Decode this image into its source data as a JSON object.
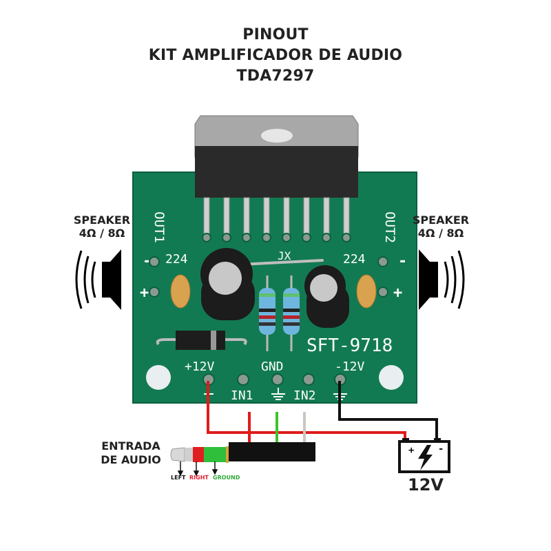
{
  "title": {
    "line1": "PINOUT",
    "line2": "KIT AMPLIFICADOR DE AUDIO",
    "line3": "TDA7297"
  },
  "speakers": {
    "left": {
      "label": "SPEAKER",
      "impedance": "4Ω / 8Ω"
    },
    "right": {
      "label": "SPEAKER",
      "impedance": "4Ω / 8Ω"
    }
  },
  "board": {
    "model": "SFT-9718",
    "jumper": "JX",
    "cap_left": "224",
    "cap_right": "224",
    "out1": "OUT1",
    "out2": "OUT2",
    "minus": "-",
    "plus": "+",
    "pins": {
      "pos12v": "+12V",
      "gnd": "GND",
      "neg12v": "-12V",
      "in1": "IN1",
      "in2": "IN2"
    }
  },
  "audio_input": {
    "label_line1": "ENTRADA",
    "label_line2": "DE AUDIO",
    "left": "LEFT",
    "right": "RIGHT",
    "ground": "GROUND"
  },
  "battery": {
    "label": "12V",
    "plus": "+",
    "minus": "-"
  },
  "colors": {
    "pcb": "#127a52",
    "wire_red": "#e01b1b",
    "wire_green": "#3cc42a",
    "wire_gray": "#c8c8c0",
    "wire_black": "#111111"
  }
}
